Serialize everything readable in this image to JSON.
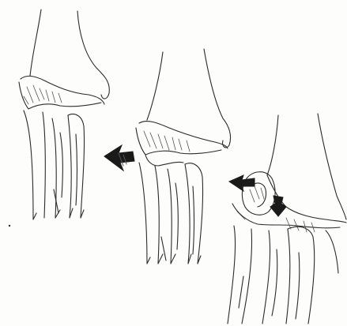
{
  "figure": {
    "ink_color": "#2b2b2b",
    "hatch_color": "#555555",
    "arrow_color": "#1a1a1a",
    "background": "#fdfdfc"
  },
  "panels": [
    {
      "id": "panel-1",
      "arrows": 0
    },
    {
      "id": "panel-2",
      "arrows": 1
    },
    {
      "id": "panel-3",
      "arrows": 2
    }
  ]
}
